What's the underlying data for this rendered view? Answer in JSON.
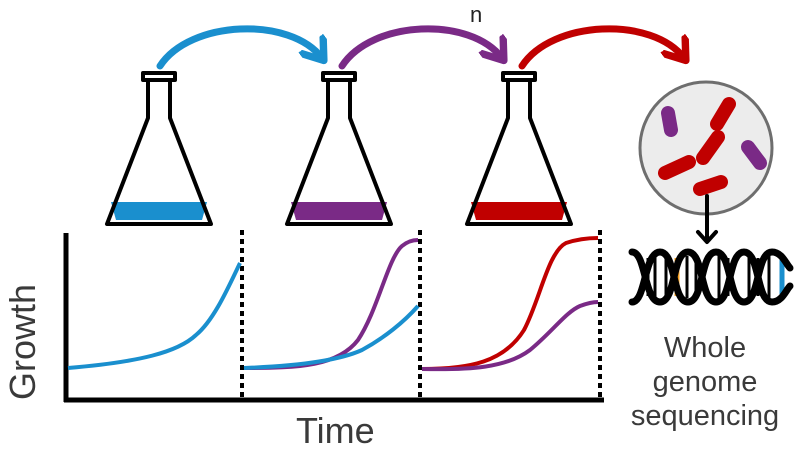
{
  "labels": {
    "passage_n": "n",
    "x_axis": "Time",
    "y_axis": "Growth",
    "wgs_line1": "Whole",
    "wgs_line2": "genome",
    "wgs_line3": "sequencing"
  },
  "colors": {
    "ancestor": "#1a8fce",
    "intermediate": "#7a2a86",
    "evolved": "#c00000",
    "outline": "#000000",
    "petri_border": "#6e6e6e",
    "petri_fill": "#ececec",
    "dna_mark_orange": "#f59c1a",
    "dna_mark_blue": "#1a8fce"
  },
  "icons": {
    "flask": "erlenmeyer-flask-icon",
    "dish": "petri-dish-icon",
    "dna": "dna-helix-icon",
    "arrow": "transfer-arrow-icon"
  }
}
